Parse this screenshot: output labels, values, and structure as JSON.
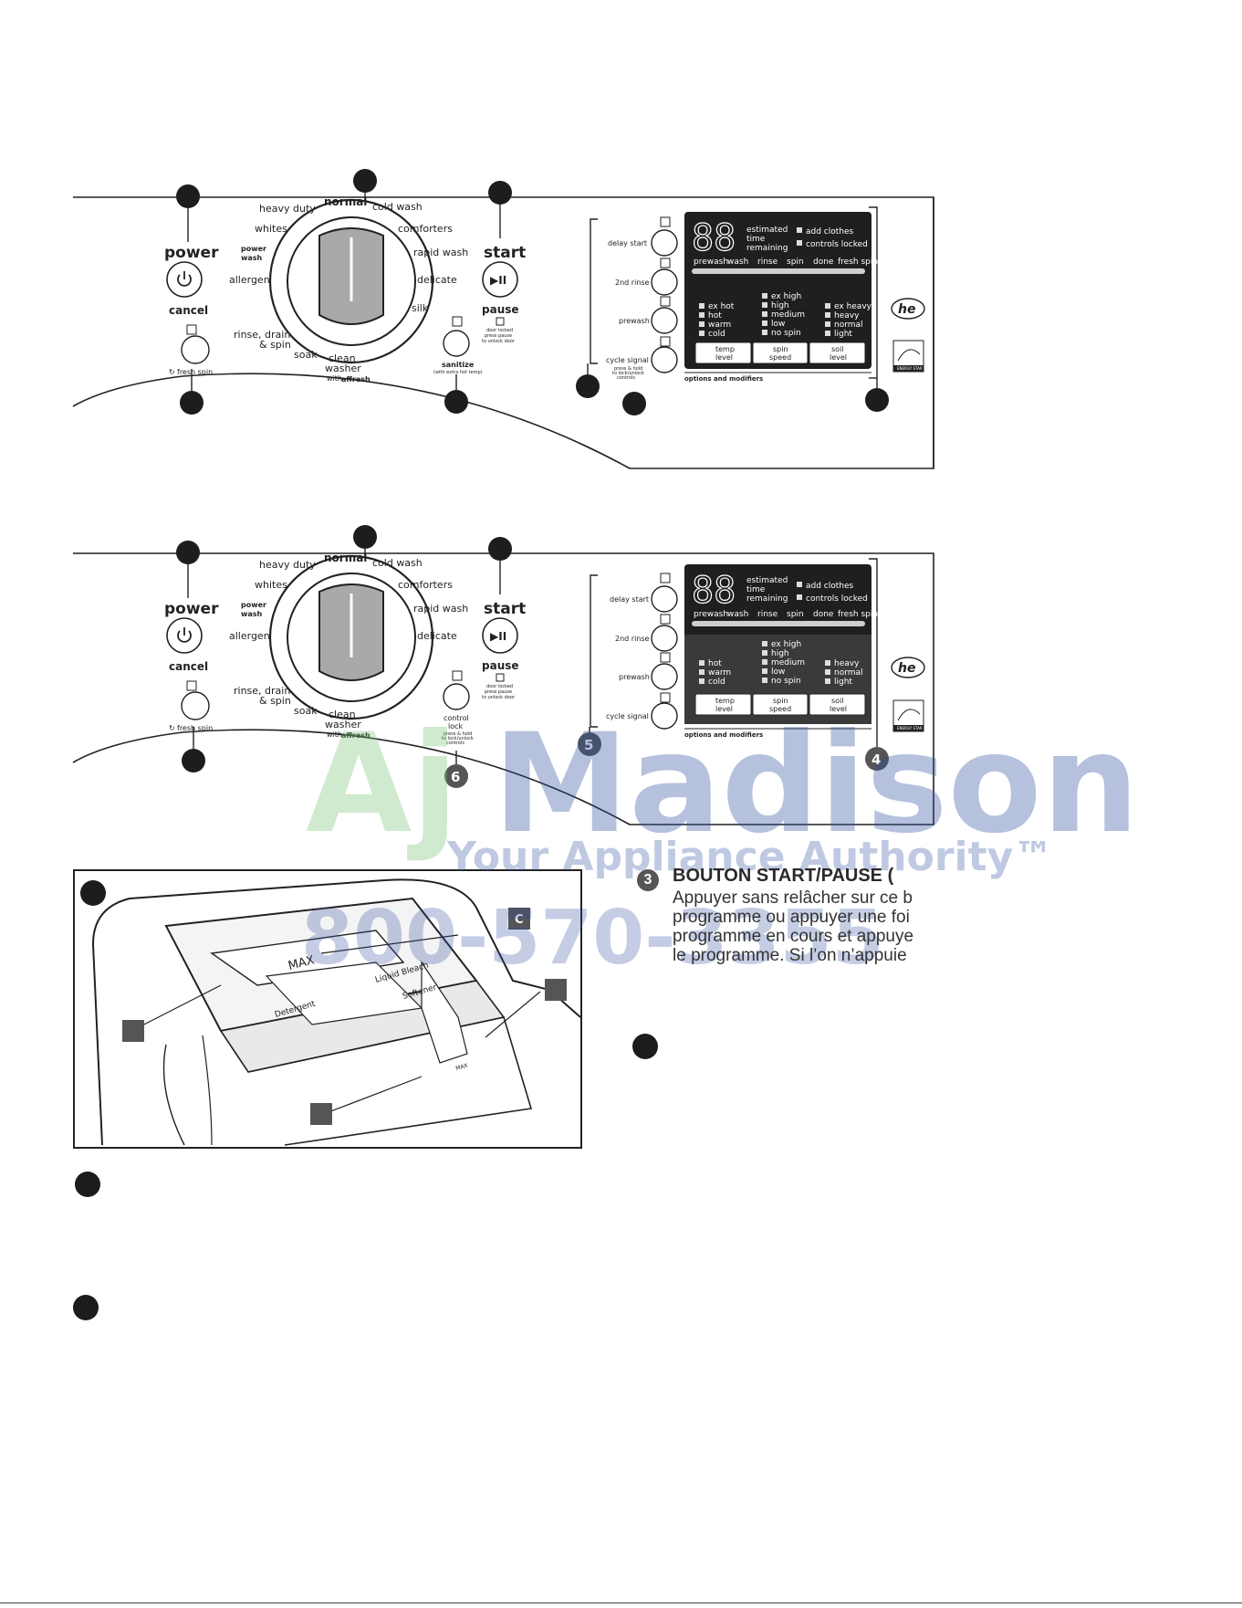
{
  "panel": {
    "dial_labels": {
      "normal": "normal",
      "heavy_duty": "heavy duty",
      "cold_wash": "cold wash",
      "whites": "whites",
      "comforters": "comforters",
      "power_wash_1": "power",
      "power_wash_2": "wash",
      "rapid_wash": "rapid wash",
      "allergen": "allergen",
      "delicate": "delicate",
      "silk": "silk",
      "rinse_drain_1": "rinse, drain",
      "rinse_drain_2": "& spin",
      "soak": "soak",
      "clean_washer_1": "clean",
      "clean_washer_2": "washer",
      "clean_washer_with": "with",
      "clean_washer_brand": "affresh"
    },
    "power_label": "power",
    "cancel_label": "cancel",
    "fresh_spin_label": "fresh spin",
    "start_label": "start",
    "pause_label": "pause",
    "door_locked_1": "door locked",
    "door_locked_2": "press pause",
    "door_locked_3": "to unlock door",
    "sanitize_label": "sanitize",
    "sanitize_sub": "(with extra hot temp)",
    "control_lock_1": "control",
    "control_lock_2": "lock",
    "control_lock_3": "press & hold",
    "control_lock_4": "to lock/unlock",
    "control_lock_5": "controls",
    "options": {
      "delay_start": "delay start",
      "second_rinse": "2nd rinse",
      "prewash": "prewash",
      "cycle_signal": "cycle signal",
      "press_hold_1": "press & hold",
      "press_hold_2": "to lock/unlock",
      "press_hold_3": "controls",
      "options_and_modifiers": "options and modifiers"
    },
    "display": {
      "digits": "88",
      "estimated_1": "estimated",
      "estimated_2": "time",
      "estimated_3": "remaining",
      "add_clothes": "add clothes",
      "controls_locked": "controls locked",
      "stages": [
        "prewash",
        "wash",
        "rinse",
        "spin",
        "done",
        "fresh spin"
      ],
      "temp": [
        "ex hot",
        "hot",
        "warm",
        "cold"
      ],
      "temp_v2": [
        "hot",
        "warm",
        "cold"
      ],
      "spin": [
        "ex high",
        "high",
        "medium",
        "low",
        "no spin"
      ],
      "soil": [
        "ex heavy",
        "heavy",
        "normal",
        "light"
      ],
      "soil_v2": [
        "heavy",
        "normal",
        "light"
      ],
      "temp_btn_1": "temp",
      "temp_btn_2": "level",
      "spin_btn_1": "spin",
      "spin_btn_2": "speed",
      "soil_btn_1": "soil",
      "soil_btn_2": "level"
    },
    "he_logo": "he",
    "energy_star": "ENERGY STAR",
    "callouts_v2": {
      "five": "5",
      "four": "4",
      "six": "6"
    }
  },
  "dispenser": {
    "max_label": "MAX",
    "liquid_bleach": "Liquid Bleach",
    "softener": "Softener",
    "detergent": "Detergent",
    "max_small": "MAX",
    "label_c": "C"
  },
  "watermark": {
    "brand_a": "Aj",
    "brand_b": "Madison",
    "tagline": "Your Appliance Authority™",
    "phone": "800-570-3355"
  },
  "section3": {
    "number": "3",
    "heading": "BOUTON START/PAUSE (",
    "lines": [
      "Appuyer sans relâcher sur ce b",
      "programme ou appuyer une foi",
      "programme en cours et appuye",
      "le programme. Si l’on n’appuie"
    ]
  }
}
